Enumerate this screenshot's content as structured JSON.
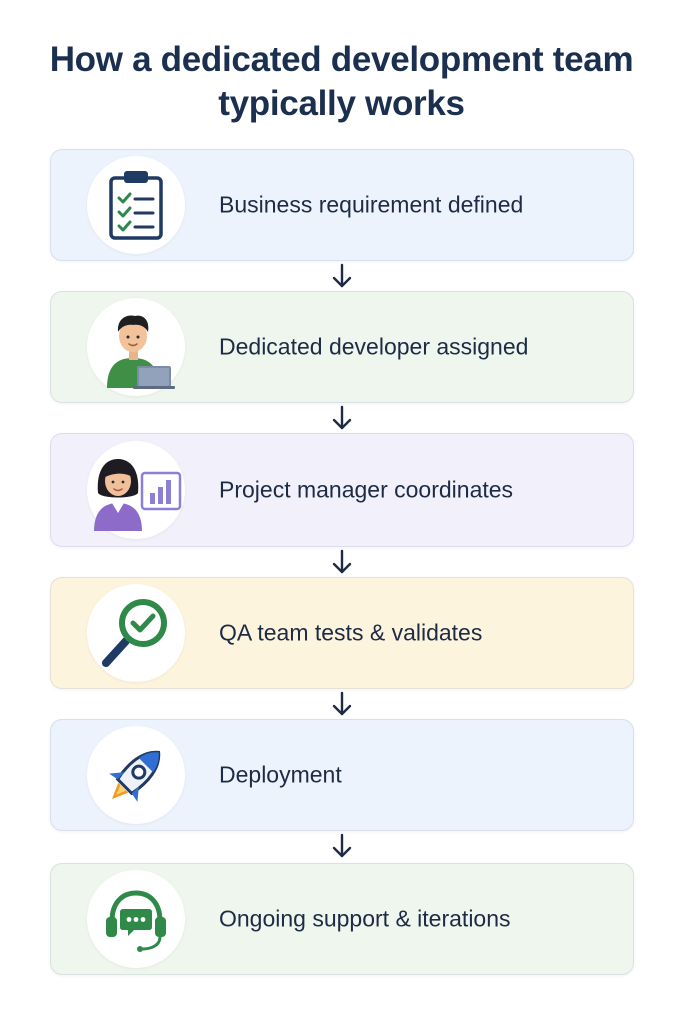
{
  "title": {
    "line1": "How a dedicated development team",
    "line2": "typically works"
  },
  "steps": [
    {
      "label": "Business requirement defined",
      "icon": "clipboard-checklist-icon",
      "color": "#edf3fc"
    },
    {
      "label": "Dedicated developer assigned",
      "icon": "developer-laptop-icon",
      "color": "#eef6ed"
    },
    {
      "label": "Project manager coordinates",
      "icon": "project-manager-chart-icon",
      "color": "#f2f0fb"
    },
    {
      "label": "QA team tests & validates",
      "icon": "magnifier-check-icon",
      "color": "#fdf4dd"
    },
    {
      "label": "Deployment",
      "icon": "rocket-icon",
      "color": "#edf3fc"
    },
    {
      "label": "Ongoing support & iterations",
      "icon": "headset-chat-icon",
      "color": "#eef6ed"
    }
  ],
  "colors": {
    "title": "#1b2f4e",
    "label": "#1d2b45",
    "arrow": "#1d2b45"
  }
}
